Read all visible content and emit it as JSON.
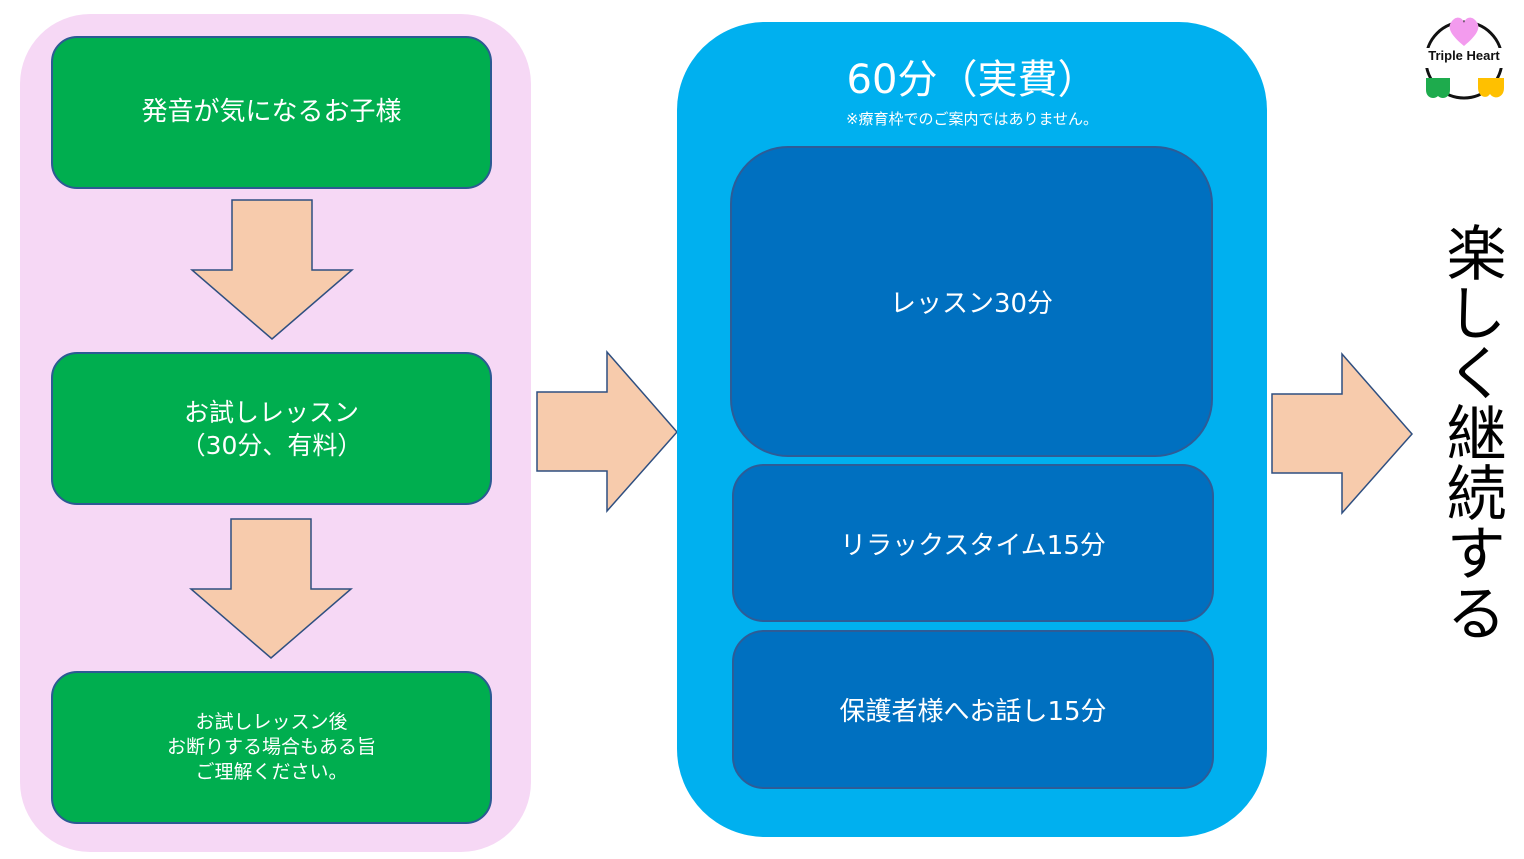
{
  "left_panel": {
    "step1": "発音が気になるお子様",
    "step2_line1": "お試しレッスン",
    "step2_line2": "（30分、有料）",
    "step3_line1": "お試しレッスン後",
    "step3_line2": "お断りする場合もある旨",
    "step3_line3": "ご理解ください。"
  },
  "center_panel": {
    "title": "60分（実費）",
    "note": "※療育枠でのご案内ではありません。",
    "box1": "レッスン30分",
    "box2": "リラックスタイム15分",
    "box3": "保護者様へお話し15分"
  },
  "result_text": "楽しく継続する",
  "logo": {
    "text": "Triple Heart"
  },
  "colors": {
    "pink_panel": "#f6d8f5",
    "green": "#00ae4f",
    "sky_blue": "#00b0ef",
    "dark_blue": "#0070c0",
    "arrow_fill": "#f7cbac",
    "arrow_stroke": "#2f4f80",
    "logo_heart": "#f39bee",
    "logo_green": "#1eab4d",
    "logo_yellow": "#ffc000"
  }
}
